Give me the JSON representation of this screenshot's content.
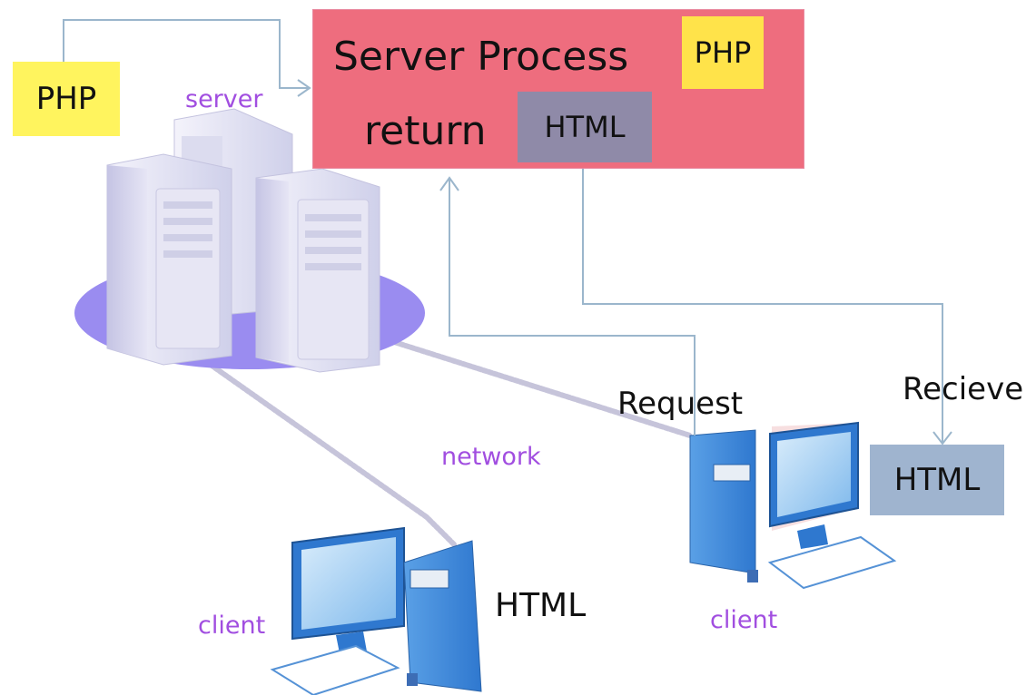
{
  "server_box": {
    "title": "Server Process",
    "php_badge": "PHP",
    "return_label": "return",
    "html_badge": "HTML"
  },
  "php_source_badge": "PHP",
  "labels": {
    "server": "server",
    "network": "network",
    "client_left": "client",
    "client_right": "client",
    "request": "Request",
    "recieve": "Recieve",
    "client_left_html": "HTML",
    "received_html_badge": "HTML"
  },
  "colors": {
    "server_box_fill": "#ee6d7e",
    "php_badge_fill": "#ffe34a",
    "php_source_fill": "#fff45e",
    "html_badge_fill": "#8f8aa8",
    "received_html_fill": "#9fb4cf",
    "arrow": "#9bb6cc",
    "label_purple": "#a14ee0",
    "network_cable": "#c6c4da",
    "server_disk": "#9a8cf0"
  }
}
